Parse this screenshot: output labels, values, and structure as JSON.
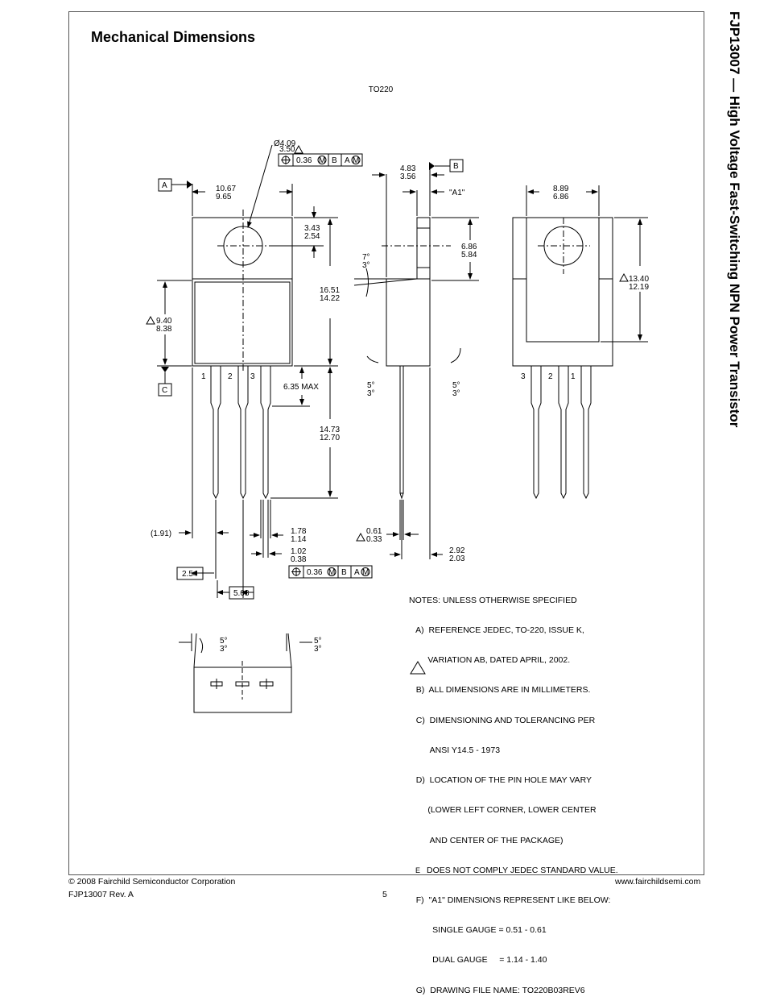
{
  "header": {
    "section_title": "Mechanical Dimensions",
    "package": "TO220"
  },
  "side_title": "FJP13007 — High Voltage Fast-Switching NPN Power Transistor",
  "dims": {
    "hole_dia_max": "Ø4.09",
    "hole_dia_min": "3.50",
    "fcf_value": "0.36",
    "datum_a": "A",
    "datum_b": "B",
    "datum_c": "C",
    "mod_m": "M",
    "width_max": "10.67",
    "width_min": "9.65",
    "hole_pos_max": "3.43",
    "hole_pos_min": "2.54",
    "tab_height_max": "16.51",
    "tab_height_min": "14.22",
    "body_height_max": "9.40",
    "body_height_min": "8.38",
    "lead_root": "6.35 MAX",
    "lead_len_max": "14.73",
    "lead_len_min": "12.70",
    "edge_ref": "(1.91)",
    "lead_w_max": "1.78",
    "lead_w_min": "1.14",
    "lead_t_max": "1.02",
    "lead_t_min": "0.38",
    "pitch": "2.54",
    "pitch2": "5.08",
    "thick_max": "4.83",
    "thick_min": "3.56",
    "a1": "\"A1\"",
    "side_h_max": "6.86",
    "side_h_min": "5.84",
    "angle_max": "7°",
    "angle_min": "3°",
    "draft_max": "5°",
    "draft_min": "3°",
    "lead_th_max": "0.61",
    "lead_th_min": "0.33",
    "back_off_max": "2.92",
    "back_off_min": "2.03",
    "back_w_max": "8.89",
    "back_w_min": "6.86",
    "back_h_max": "13.40",
    "back_h_min": "12.19",
    "pin1": "1",
    "pin2": "2",
    "pin3": "3"
  },
  "notes": {
    "title": "NOTES: UNLESS OTHERWISE SPECIFIED",
    "lines": [
      "   A)  REFERENCE JEDEC, TO-220, ISSUE K,",
      "        VARIATION AB, DATED APRIL, 2002.",
      "   B)  ALL DIMENSIONS ARE IN MILLIMETERS.",
      "   C)  DIMENSIONING AND TOLERANCING PER",
      "         ANSI Y14.5 - 1973",
      "   D)  LOCATION OF THE PIN HOLE MAY VARY",
      "        (LOWER LEFT CORNER, LOWER CENTER",
      "         AND CENTER OF THE PACKAGE)"
    ],
    "e_letter": "E",
    "e_line": "DOES NOT COMPLY JEDEC STANDARD VALUE.",
    "lines2": [
      "   F)  \"A1\" DIMENSIONS REPRESENT LIKE BELOW:",
      "          SINGLE GAUGE = 0.51 - 0.61",
      "          DUAL GAUGE     = 1.14 - 1.40",
      "   G)  DRAWING FILE NAME: TO220B03REV6"
    ]
  },
  "footer": {
    "copyright": "© 2008 Fairchild Semiconductor Corporation",
    "doc": "FJP13007 Rev. A",
    "page": "5",
    "url": "www.fairchildsemi.com"
  }
}
